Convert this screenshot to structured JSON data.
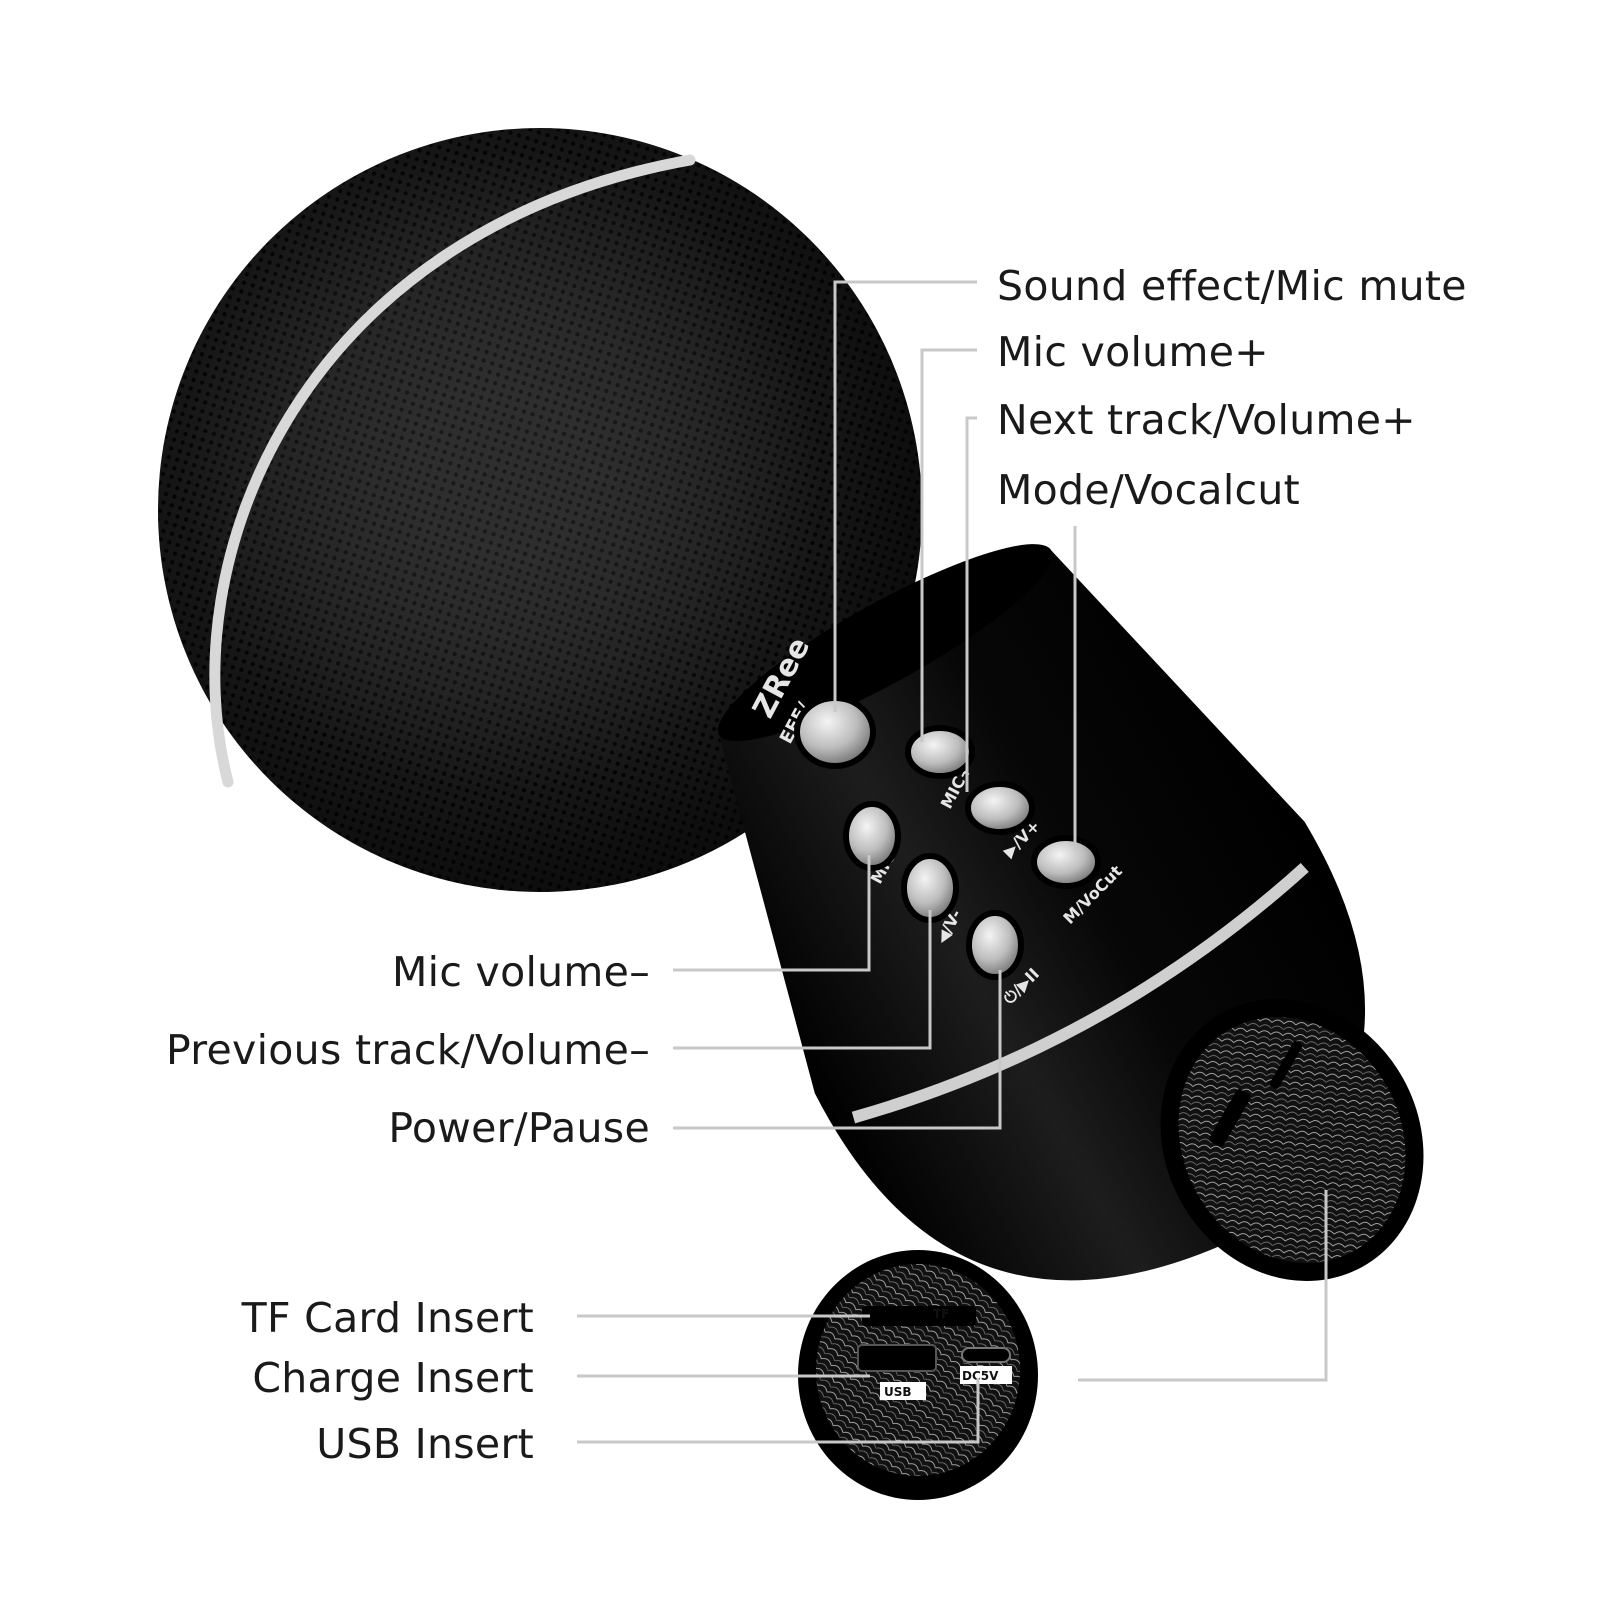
{
  "callouts": {
    "sound_effect_mic_mute": "Sound effect/Mic mute",
    "mic_volume_up": "Mic volume+",
    "next_track_volume_up": "Next track/Volume+",
    "mode_vocalcut": "Mode/Vocalcut",
    "mic_volume_down": "Mic volume–",
    "previous_track_volume_down": "Previous track/Volume–",
    "power_pause": "Power/Pause",
    "tf_card_insert": "TF Card Insert",
    "charge_insert": "Charge Insert",
    "usb_insert": "USB Insert"
  },
  "device_markings": {
    "brand": "ZRee",
    "eff": "EFF/",
    "mic_plus": "MIC+",
    "next_vol": "▶/V+",
    "mode_vocut": "M/VoCut",
    "mic_minus": "MIC-",
    "prev_vol": "◀/V-",
    "power": "⏻/▶II",
    "tf": "TF",
    "usb": "USB",
    "dc5v": "DC5V"
  },
  "colors": {
    "label_text": "#1a1a1a",
    "leader_line": "#c8c8c8",
    "body": "#0d0d0d",
    "chrome": "#bfbfbf"
  }
}
